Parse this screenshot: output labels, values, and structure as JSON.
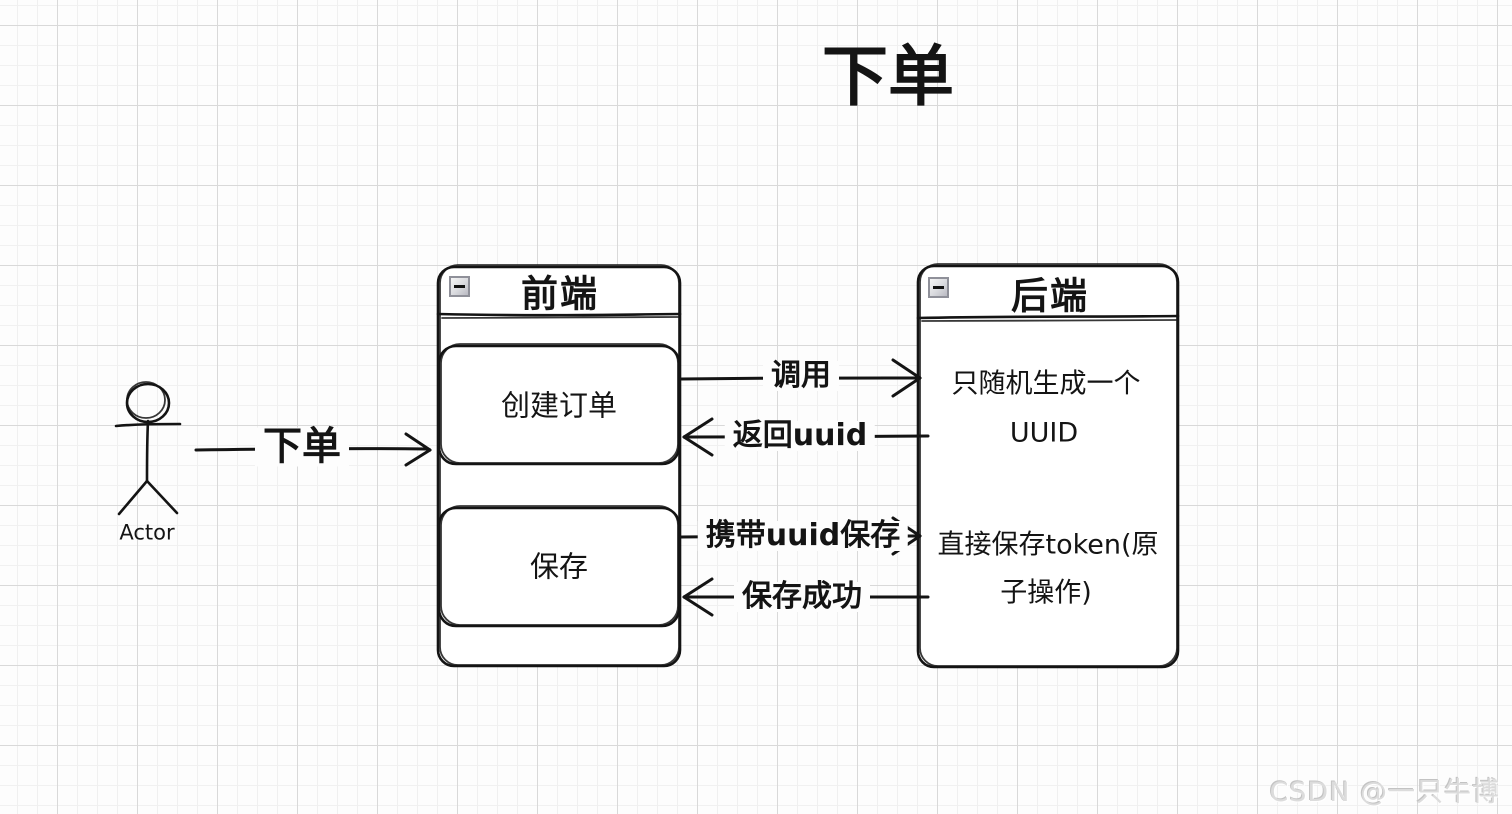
{
  "title": "下单",
  "actor": {
    "label": "Actor"
  },
  "frontend": {
    "title": "前端",
    "collapse_icon": "minus-icon",
    "nodes": [
      {
        "label": "创建订单"
      },
      {
        "label": "保存"
      }
    ]
  },
  "backend": {
    "title": "后端",
    "collapse_icon": "minus-icon",
    "notes": [
      {
        "lines": [
          "只随机生成一个",
          "UUID"
        ]
      },
      {
        "lines": [
          "直接保存token(原",
          "子操作)"
        ]
      }
    ]
  },
  "arrows": [
    {
      "label": "下单",
      "from": "Actor",
      "to": "前端",
      "direction": "right"
    },
    {
      "label": "调用",
      "from": "创建订单",
      "to": "后端",
      "direction": "right"
    },
    {
      "label": "返回uuid",
      "from": "后端",
      "to": "创建订单",
      "direction": "left"
    },
    {
      "label": "携带uuid保存",
      "from": "保存",
      "to": "后端",
      "direction": "right"
    },
    {
      "label": "保存成功",
      "from": "后端",
      "to": "保存",
      "direction": "left"
    }
  ],
  "watermark": "CSDN @一只牛博",
  "colors": {
    "stroke": "#141414",
    "background": "#fdfdfd",
    "grid_minor": "#f0f0f0",
    "grid_major": "#d9d9d9",
    "watermark": "#dcdcdc",
    "node_fill": "#ffffff"
  }
}
